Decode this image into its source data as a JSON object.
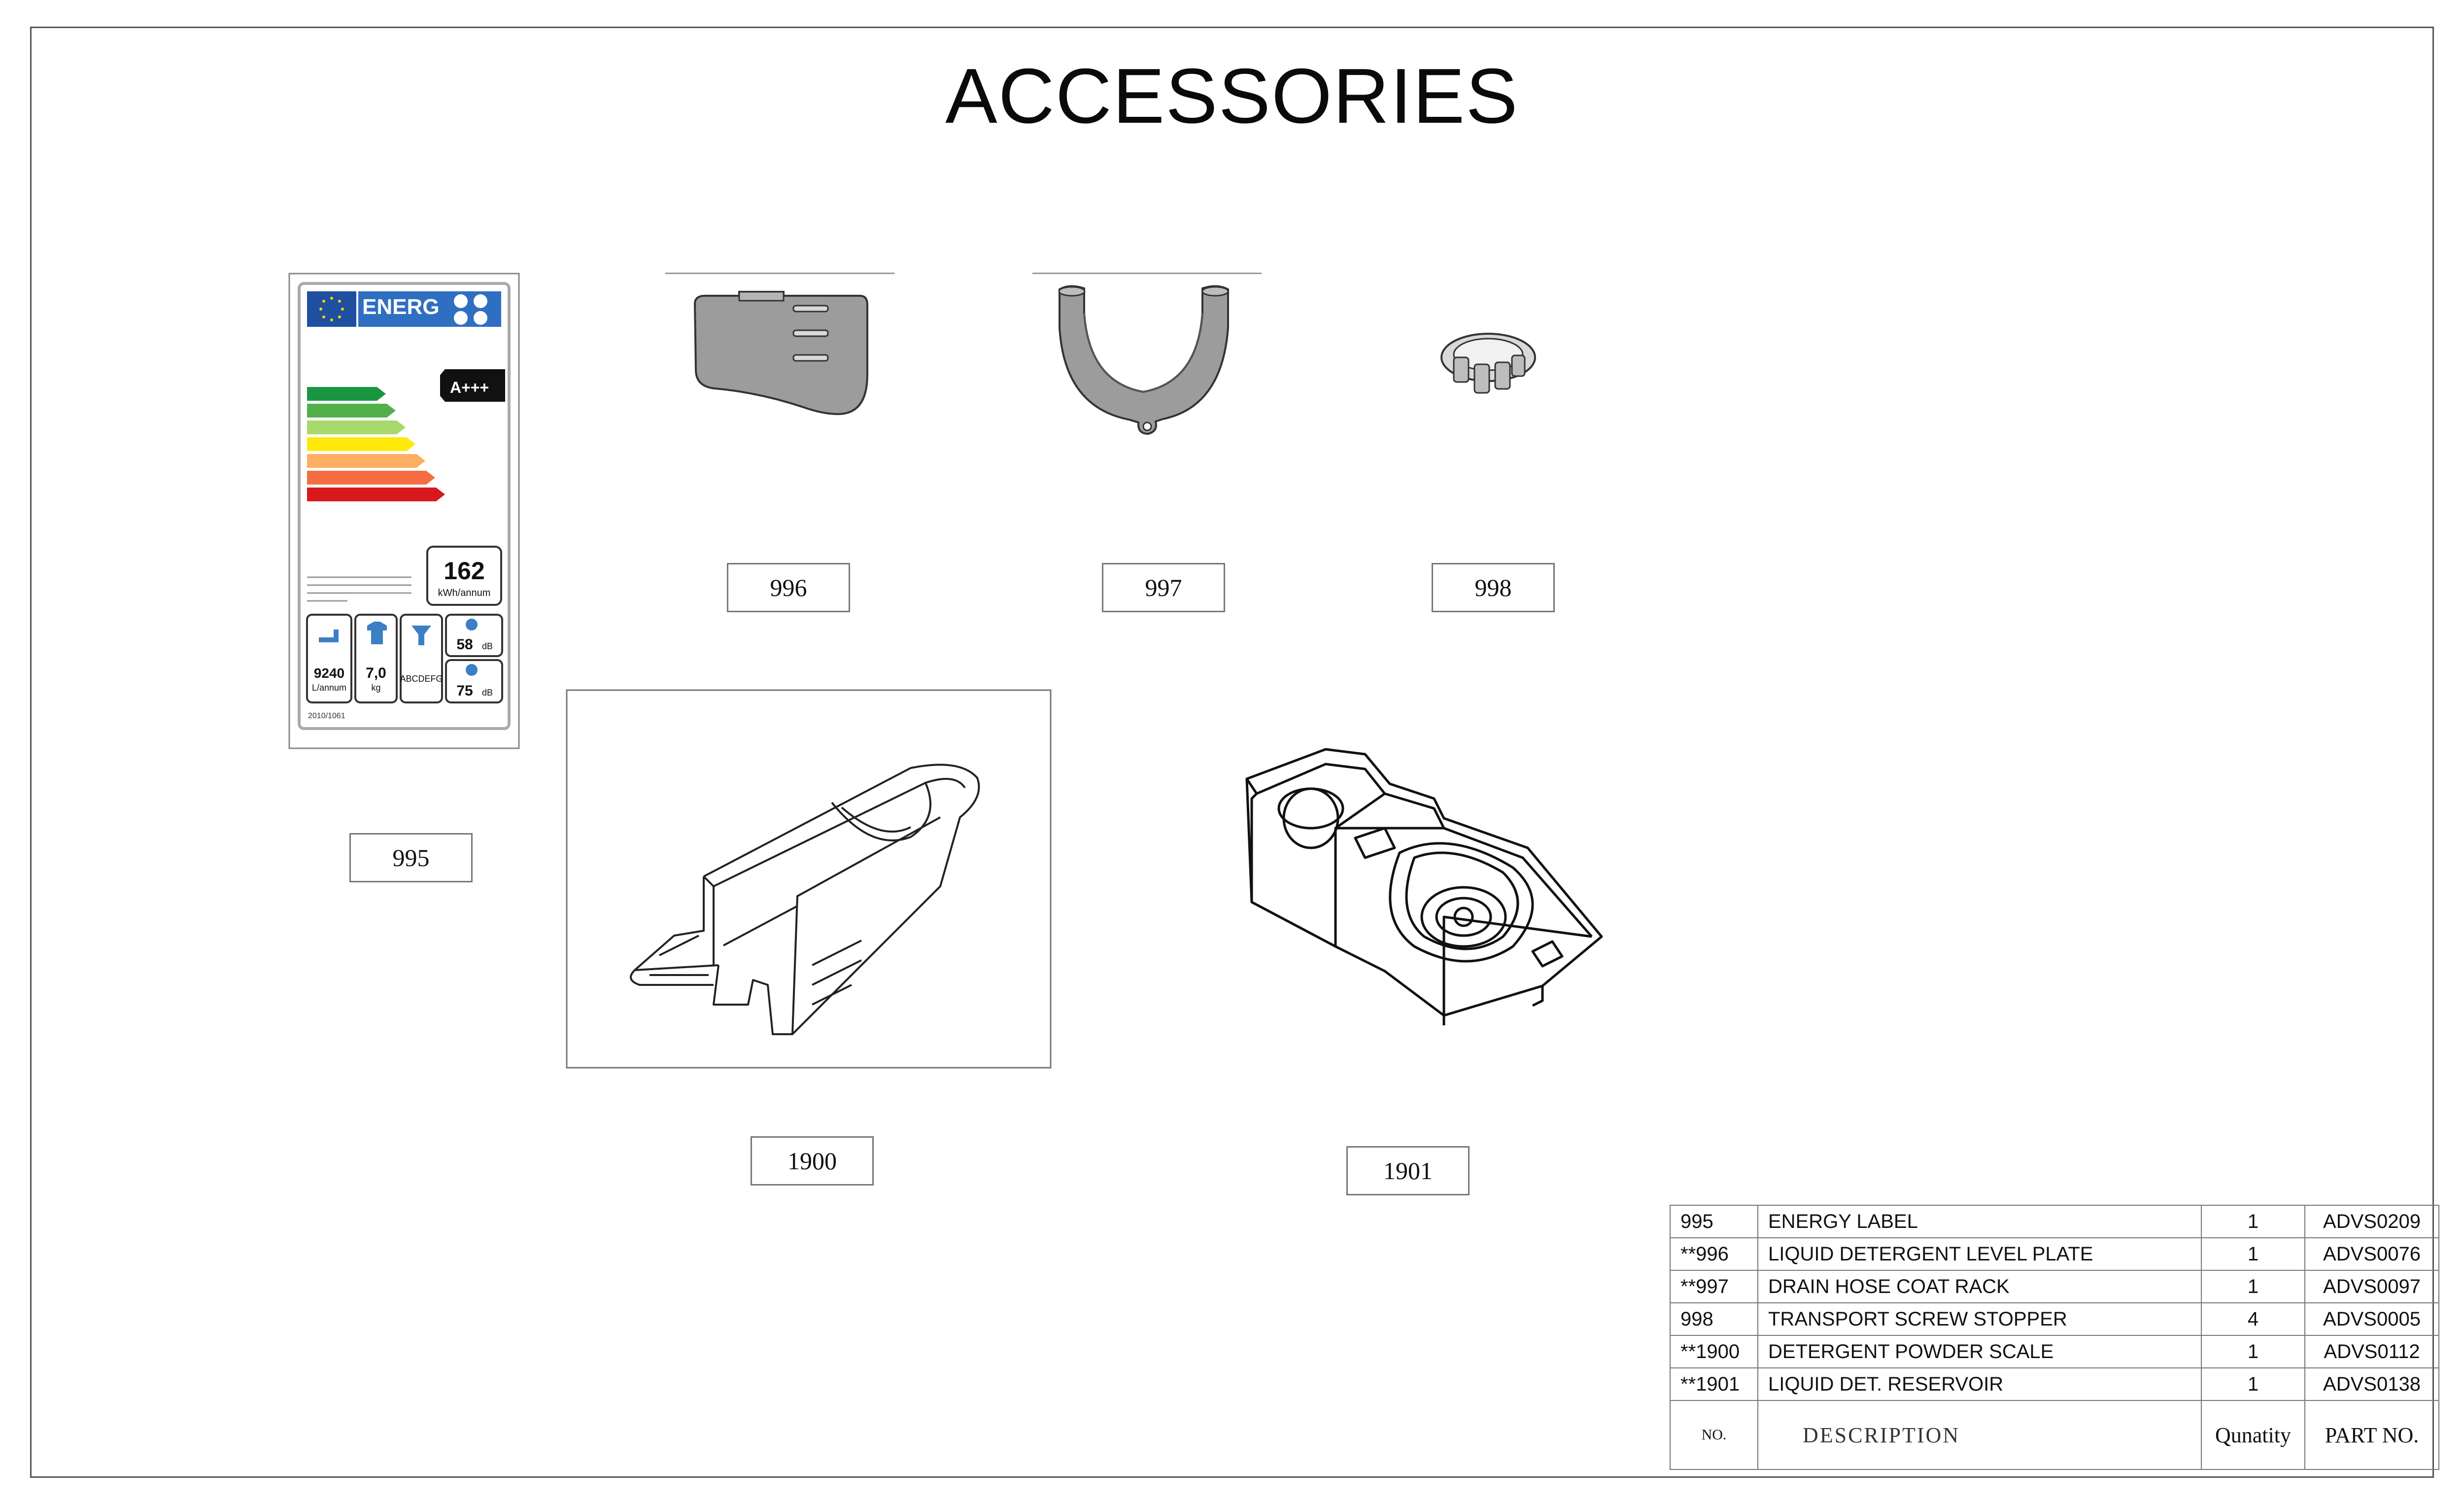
{
  "title": "ACCESSORIES",
  "energy_label": {
    "header": "ENERG",
    "rating": "A+++",
    "consumption_value": "162",
    "consumption_unit": "kWh/annum",
    "water_value": "9240",
    "water_unit": "L/annum",
    "capacity_value": "7,0",
    "capacity_unit": "kg",
    "spin_class": "ABCDEFG",
    "noise_wash": "58",
    "noise_spin": "75",
    "noise_unit": "dB",
    "regulation": "2010/1061"
  },
  "callouts": {
    "c995": "995",
    "c996": "996",
    "c997": "997",
    "c998": "998",
    "c1900": "1900",
    "c1901": "1901"
  },
  "parts_table": {
    "rows": [
      {
        "no": "995",
        "description": "ENERGY LABEL",
        "quantity": "1",
        "part_no": "ADVS0209"
      },
      {
        "no": "**996",
        "description": "LIQUID DETERGENT LEVEL PLATE",
        "quantity": "1",
        "part_no": "ADVS0076"
      },
      {
        "no": "**997",
        "description": "DRAIN HOSE COAT RACK",
        "quantity": "1",
        "part_no": "ADVS0097"
      },
      {
        "no": "998",
        "description": "TRANSPORT SCREW STOPPER",
        "quantity": "4",
        "part_no": "ADVS0005"
      },
      {
        "no": "**1900",
        "description": "DETERGENT POWDER SCALE",
        "quantity": "1",
        "part_no": "ADVS0112"
      },
      {
        "no": "**1901",
        "description": "LIQUID DET. RESERVOIR",
        "quantity": "1",
        "part_no": "ADVS0138"
      }
    ],
    "header": {
      "no": "NO.",
      "description": "DESCRIPTION",
      "quantity": "Qunatity",
      "part_no": "PART NO."
    }
  },
  "colors": {
    "label_green_dark": "#1a9641",
    "label_green": "#52b04b",
    "label_lime": "#a6d96a",
    "label_yellow": "#fee90a",
    "label_orange": "#fdae61",
    "label_orange_dark": "#f46d43",
    "label_red": "#d7191c",
    "eu_blue": "#1f4fa0",
    "part_gray": "#9c9c9c"
  }
}
